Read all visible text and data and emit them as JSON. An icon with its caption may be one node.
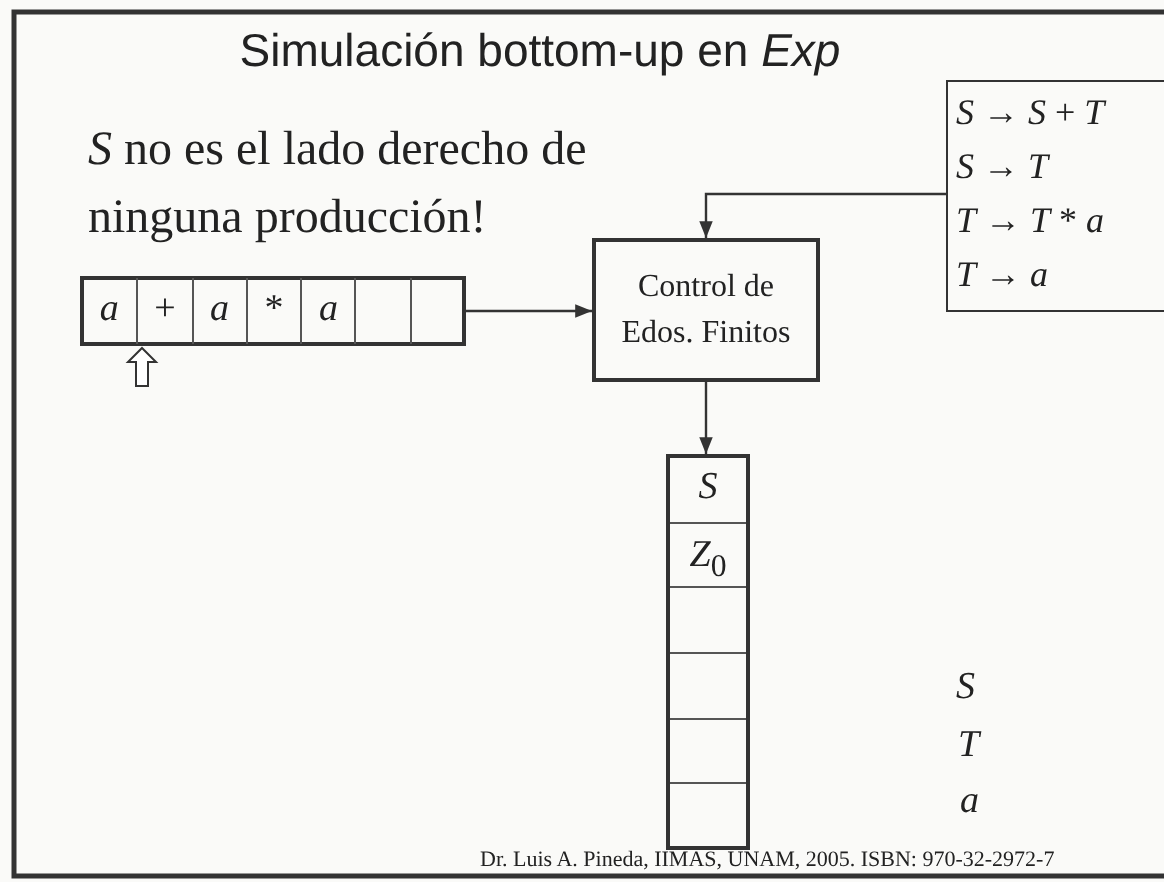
{
  "diagram": {
    "title": "Simulación bottom-up en *Exp*",
    "nodes": [
      {
        "text": [
          "*a*",
          "+",
          "*a*",
          "*",
          "*a*"
        ]
      },
      {
        "text": [
          "Control de Edos. Finitos"
        ]
      },
      {
        "text": [
          "*S* → *S* + *T*",
          "*S* → *T*",
          "*T* → *T* * *a*",
          "*T* → *a*"
        ]
      },
      {
        "text": [
          "*S*",
          "*Z*$_{0}$"
        ]
      }
    ],
    "edges": [
      {
        "from": 0,
        "to": 1,
        "arrow": "to"
      },
      {
        "from": 2,
        "to": 1,
        "arrow": "to"
      },
      {
        "from": 1,
        "to": 3,
        "arrow": "to"
      }
    ],
    "labels": [
      "*S* no es el lado derecho de ninguna producción!",
      "S",
      "T",
      "a",
      "Dr. Luis A. Pineda, IIMAS, UNAM, 2005. ISBN: 970-32-2972-7"
    ]
  }
}
